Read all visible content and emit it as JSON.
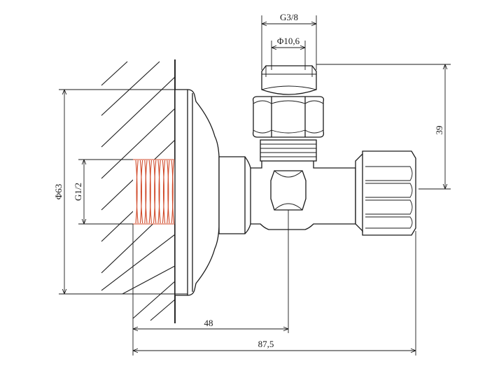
{
  "dimensions": {
    "g38": "G3/8",
    "phi106": "Φ10,6",
    "phi63": "Φ63",
    "g12": "G1/2",
    "d39": "39",
    "d48": "48",
    "d875": "87,5"
  },
  "colors": {
    "line": "#1a1a1a",
    "thread": "#d14a2a"
  }
}
